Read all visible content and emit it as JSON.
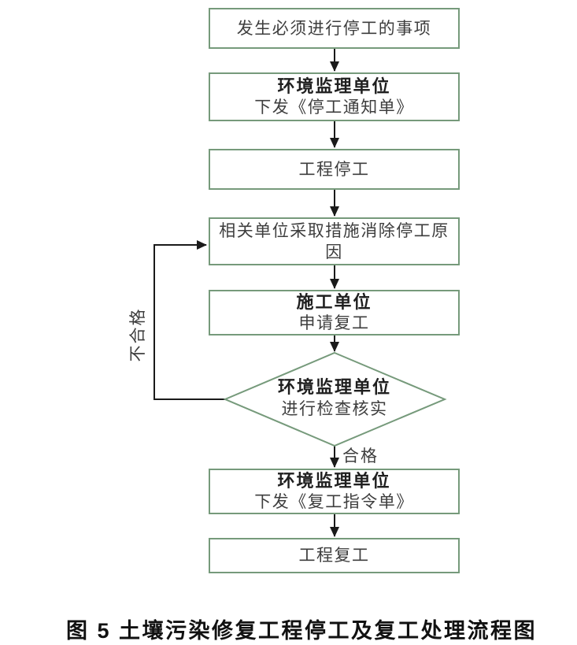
{
  "figure": {
    "caption": "图 5  土壤污染修复工程停工及复工处理流程图"
  },
  "nodes": {
    "start": {
      "text": "发生必须进行停工的事项"
    },
    "stop_notice": {
      "title": "环境监理单位",
      "text": "下发《停工通知单》"
    },
    "stop_work": {
      "text": "工程停工"
    },
    "eliminate_cause": {
      "line1": "相关单位采取措施消除停工原",
      "line2": "因"
    },
    "apply_resume": {
      "title": "施工单位",
      "text": "申请复工"
    },
    "inspect": {
      "title": "环境监理单位",
      "text": "进行检查核实"
    },
    "resume_order": {
      "title": "环境监理单位",
      "text": "下发《复工指令单》"
    },
    "resume_work": {
      "text": "工程复工"
    }
  },
  "labels": {
    "pass": "合格",
    "fail": "不合格"
  },
  "colors": {
    "box_border": "#769a7b",
    "connector": "#1a1a1a",
    "text": "#3e3e3e",
    "title_text": "#1f1f1f",
    "caption_text": "#111111",
    "background": "#ffffff"
  }
}
